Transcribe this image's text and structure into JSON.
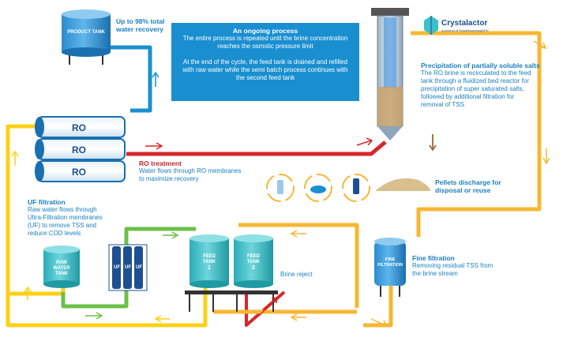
{
  "info_box": {
    "title": "An ongoing process",
    "line1": "The entire process is repeated until the brine concentration reaches the osmotic pressure limit",
    "line2": "At the end of the cycle, the feed tank is drained and refilled with raw water while the semi batch process continues with the second feed tank"
  },
  "product": {
    "tank_label": "PRODUCT TANK",
    "recovery_line1": "Up to 98% total",
    "recovery_line2": "water recovery"
  },
  "ro": {
    "module_label": "RO",
    "heading": "RO treatment",
    "desc_line1": "Water flows through RO membranes",
    "desc_line2": "to maximize recovery"
  },
  "uf": {
    "heading": "UF filtration",
    "desc_lines": [
      "Raw water flows through",
      "Ultra-Filtration membranes",
      "(UF) to remove TSS and",
      "reduce COD levels"
    ],
    "module_label": "UF"
  },
  "raw_tank": {
    "label_lines": [
      "RAW",
      "WATER",
      "TANK"
    ]
  },
  "feed_tank_1": {
    "label_lines": [
      "FEED",
      "TANK",
      "1"
    ]
  },
  "feed_tank_2": {
    "label_lines": [
      "FEED",
      "TANK",
      "2"
    ]
  },
  "brine_reject": "Brine reject",
  "brand": {
    "name": "Crystalactor",
    "tagline": "a product of RoyalHaskoningDHV"
  },
  "precipitation": {
    "heading": "Precipitation of partially soluble salts",
    "desc_lines": [
      "The RO brine is recirculated to the feed",
      "tank through a fluidized bed reactor for",
      "precipitation of super saturated salts,",
      "followed by additional filtration for",
      "removal of TSS"
    ]
  },
  "pellets": {
    "line1": "Pellets discharge for",
    "line2": "disposal or reuse"
  },
  "fine_filtration": {
    "tank_label_lines": [
      "FINE",
      "FILTRATION"
    ],
    "heading": "Fine filtration",
    "desc_line1": "Removing residual TSS from",
    "desc_line2": "the brine stream"
  },
  "colors": {
    "blue": "#1a8fd0",
    "teal": "#3bbfc9",
    "yellow": "#fcd116",
    "orange": "#f7b733",
    "green": "#6cc04a",
    "red": "#d9262b",
    "navy": "#1d4f91",
    "brown": "#a07842"
  }
}
